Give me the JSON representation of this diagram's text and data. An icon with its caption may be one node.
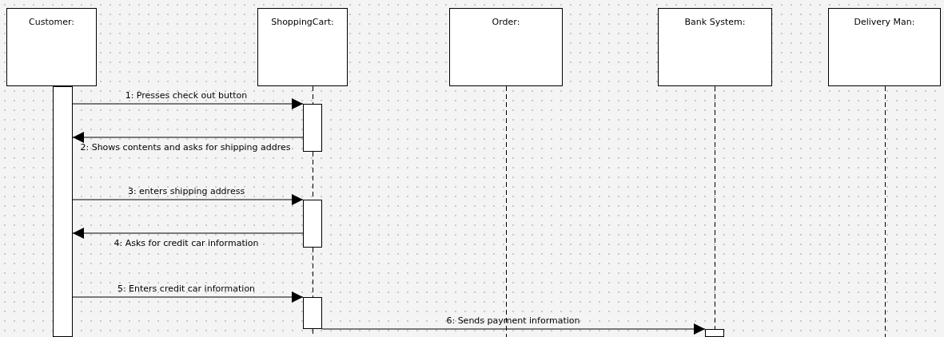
{
  "diagram": {
    "nodes": [
      {
        "text": [
          "Customer:"
        ]
      },
      {
        "text": [
          "ShoppingCart:"
        ]
      },
      {
        "text": [
          "Order:"
        ]
      },
      {
        "text": [
          "Bank System:"
        ]
      },
      {
        "text": [
          "Delivery Man:"
        ]
      },
      {
        "text": [],
        "shape": "bar"
      },
      {
        "text": [],
        "shape": "bar"
      },
      {
        "text": [],
        "shape": "bar"
      },
      {
        "text": [],
        "shape": "bar"
      },
      {
        "text": [],
        "shape": "bar"
      }
    ],
    "edges": [
      {
        "from": 5,
        "to": 6,
        "arrow": "to",
        "label": "1: Presses check out button"
      },
      {
        "from": 6,
        "to": 5,
        "arrow": "to",
        "label": "2: Shows contents and asks for shipping addres"
      },
      {
        "from": 5,
        "to": 7,
        "arrow": "to",
        "label": "3: enters shipping address"
      },
      {
        "from": 7,
        "to": 5,
        "arrow": "to",
        "label": "4: Asks for credit car information"
      },
      {
        "from": 5,
        "to": 8,
        "arrow": "to",
        "label": "5: Enters credit car information"
      },
      {
        "from": 8,
        "to": 9,
        "arrow": "to",
        "label": "6: Sends payment information"
      },
      {
        "from": 1,
        "to": 6,
        "arrow": "none",
        "style": "dashed"
      },
      {
        "from": 6,
        "to": 7,
        "arrow": "none",
        "style": "dashed"
      },
      {
        "from": 7,
        "to": 8,
        "arrow": "none",
        "style": "dashed"
      },
      {
        "from": 8,
        "to": null,
        "arrow": "none",
        "style": "dashed"
      },
      {
        "from": 2,
        "to": null,
        "arrow": "none",
        "style": "dashed"
      },
      {
        "from": 3,
        "to": 9,
        "arrow": "none",
        "style": "dashed"
      },
      {
        "from": 4,
        "to": null,
        "arrow": "none",
        "style": "dashed"
      }
    ]
  }
}
